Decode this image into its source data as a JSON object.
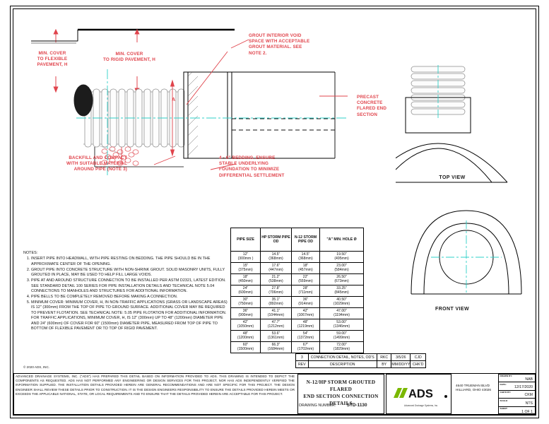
{
  "sheet": {
    "drawing_number_label": "DRAWING NUMBER:",
    "drawing_number": "STD-1130",
    "title_line1": "N-12/HP STORM GROUTED FLARED",
    "title_line2": "END SECTION CONNECTION DETAILS",
    "copyright": "© 2020 ADS, INC.",
    "company_name": "ADS",
    "company_tagline": "Advanced Drainage Systems, Inc.",
    "address_line1": "4640 TRUEMAN BLVD",
    "address_line2": "HILLIARD, OHIO 43026"
  },
  "meta": [
    {
      "label": "DRAWN BY:",
      "value": "NAB"
    },
    {
      "label": "DATE:",
      "value": "12/17/2020"
    },
    {
      "label": "CHK'D BY:",
      "value": "CKM"
    },
    {
      "label": "SCALE:",
      "value": "NTS"
    },
    {
      "label": "SHEET:",
      "value": "1 OF 1"
    }
  ],
  "revision": {
    "rows": [
      {
        "rev": "3",
        "description": "CONNECTION DETAIL, NOTES, OD'S",
        "by": "RKC",
        "date": "3/5/26",
        "chkd": "CJD"
      }
    ],
    "headers": {
      "rev": "REV",
      "description": "DESCRIPTION",
      "by": "BY",
      "date": "MM/DD/YY",
      "chkd": "CHK'D"
    }
  },
  "disclaimer": "ADVANCED DRAINAGE SYSTEMS, INC. (\"ADS\") HAS PREPARED THIS DETAIL BASED ON INFORMATION PROVIDED TO ADS.  THIS DRAWING IS INTENDED TO DEPICT THE COMPONENTS AS REQUESTED.  ADS HAS NOT PERFORMED ANY ENGINEERING OR DESIGN SERVICES FOR THIS PROJECT, NOR HAS ADS INDEPENDENTLY VERIFIED THE INFORMATION SUPPLIED.  THE INSTALLATION DETAILS PROVIDED HEREIN ARE GENERAL RECOMMENDATIONS AND ARE NOT SPECIFIC FOR THIS PROJECT.  THE DESIGN ENGINEER SHALL REVIEW THESE DETAILS PRIOR TO CONSTRUCTION.  IT IS THE DESIGN ENGINEERS RESPONSIBILITY TO ENSURE THE DETAILS PROVIDED HEREIN MEETS OR EXCEEDS THE APPLICABLE NATIONAL, STATE, OR LOCAL REQUIREMENTS AND TO ENSURE THAT THE DETAILS PROVIDED HEREIN ARE ACCEPTABLE FOR THIS PROJECT.",
  "notes": {
    "heading": "NOTES:",
    "items": [
      "INSERT PIPE INTO HEADWALL, WITH PIPE RESTING ON BEDDING. THE PIPE SHOULD BE IN THE APPROXIMATE CENTER OF THE OPENING.",
      "GROUT PIPE INTO CONCRETE STRUCTURE WITH NON-SHRINK GROUT. SOLID MASONRY UNITS, FULLY GROUTED IN PLACE, MAY BE USED TO HELP FILL LARGE VOIDS.",
      "PIPE AT AND AROUND STRUCTURE CONNECTION TO BE INSTALLED PER ASTM D2321, LATEST EDITION. SEE STANDARD DETAIL 100 SERIES FOR PIPE INSTALLATION DETAILS AND TECHNICAL NOTE 5.04 CONNECTIONS TO MANHOLES AND STRUCTURES FOR ADDITIONAL INFORMATION.",
      "PIPE BELLS TO BE COMPLETELY REMOVED BEFORE MAKING A CONNECTION.",
      "MINIMUM COVER: MINIMUM COVER, H, IN NON-TRAFFIC APPLICATIONS (GRASS OR LANDSCAPE AREAS) IS 12\" (300mm) FROM THE TOP OF PIPE TO GROUND SURFACE.  ADDITIONAL COVER MAY BE REQUIRED TO PREVENT FLOTATION. SEE TECHNICAL NOTE: 5.05 PIPE FLOTATION FOR ADDITIONAL INFORMATION. FOR TRAFFIC APPLICATIONS, MINIMUM COVER, H, IS 12\" (300mm) UP TO 48\" (1200mm) DIAMETER PIPE AND 24\" (600mm) OF COVER FOR 60\" (1500mm) DIAMETER PIPE, MEASURED FROM TOP OF PIPE TO BOTTOM OF FLEXIBLE PAVEMENT OR TO TOP OF RIGID PAVEMENT."
    ]
  },
  "pipe_table": {
    "headers": [
      "PIPE SIZE",
      "HP STORM PIPE OD",
      "N-12 STORM PIPE OD",
      "\"A\" MIN. HOLE Ø"
    ],
    "rows": [
      {
        "size_in": "12\"",
        "size_mm": "(300mm )",
        "hp_in": "14.5\"",
        "hp_mm": "(368mm)",
        "n12_in": "14.5\"",
        "n12_mm": "(368mm)",
        "hole_in": "19.50\"",
        "hole_mm": "(495mm)"
      },
      {
        "size_in": "15\"",
        "size_mm": "(375mm)",
        "hp_in": "17.6\"",
        "hp_mm": "(447mm)",
        "n12_in": "18\"",
        "n12_mm": "(457mm)",
        "hole_in": "23.00\"",
        "hole_mm": "(584mm)"
      },
      {
        "size_in": "18\"",
        "size_mm": "(450mm)",
        "hp_in": "21.2\"",
        "hp_mm": "(538mm)",
        "n12_in": "22\"",
        "n12_mm": "(559mm)",
        "hole_in": "26.50\"",
        "hole_mm": "(673mm)"
      },
      {
        "size_in": "24\"",
        "size_mm": "(600mm)",
        "hp_in": "27.8\"",
        "hp_mm": "(706mm)",
        "n12_in": "28\"",
        "n12_mm": "(711mm)",
        "hole_in": "33.25\"",
        "hole_mm": "(845mm)"
      },
      {
        "size_in": "30\"",
        "size_mm": "(750mm)",
        "hp_in": "35.1\"",
        "hp_mm": "(892mm)",
        "n12_in": "36\"",
        "n12_mm": "(914mm)",
        "hole_in": "40.50\"",
        "hole_mm": "(1029mm)"
      },
      {
        "size_in": "36\"",
        "size_mm": "(900mm)",
        "hp_in": "41.1\"",
        "hp_mm": "(1044mm)",
        "n12_in": "42\"",
        "n12_mm": "(1067mm)",
        "hole_in": "47.00\"",
        "hole_mm": "(1194mm)"
      },
      {
        "size_in": "42\"",
        "size_mm": "(1050mm)",
        "hp_in": "47.7\"",
        "hp_mm": "(1212mm)",
        "n12_in": "48\"",
        "n12_mm": "(1219mm)",
        "hole_in": "53.00\"",
        "hole_mm": "(1346mm)"
      },
      {
        "size_in": "48\"",
        "size_mm": "(1200mm)",
        "hp_in": "53.6\"",
        "hp_mm": "(1361mm)",
        "n12_in": "54\"",
        "n12_mm": "(1372mm)",
        "hole_in": "59.00\"",
        "hole_mm": "(1499mm)"
      },
      {
        "size_in": "60\"",
        "size_mm": "(1500mm)",
        "hp_in": "66.3\"",
        "hp_mm": "(1684mm)",
        "n12_in": "67\"",
        "n12_mm": "(1702mm)",
        "hole_in": "72.00\"",
        "hole_mm": "(1829mm)"
      }
    ]
  },
  "callouts": {
    "min_cover_flexible": "MIN. COVER\nTO FLEXIBLE\nPAVEMENT, H",
    "min_cover_rigid": "MIN. COVER\nTO RIGID PAVEMENT, H",
    "grout_void": "GROUT INTERIOR VOID\nSPACE WITH ACCEPTABLE\nGROUT MATERIAL. SEE\nNOTE 2.",
    "precast": "PRECAST\nCONCRETE\nFLARED END\nSECTION",
    "backfill": "BACKFILL AND COMPACT\nWITH SUITABLE MATERIAL\nAROUND PIPE (NOTE 3)",
    "bedding": "4 - 6\" BEDDING. ENSURE\nSTABLE UNDERLYING\nFOUNDATION TO MINIMIZE\nDIFFERENTIAL SETTLEMENT",
    "dim_a": "A"
  },
  "views": {
    "top_view": "TOP VIEW",
    "front_view": "FRONT VIEW"
  },
  "colors": {
    "annotation_red": "#e0444c",
    "centerline_cyan": "#2fd0c8",
    "logo_green": "#7ab800",
    "line_black": "#000000"
  }
}
